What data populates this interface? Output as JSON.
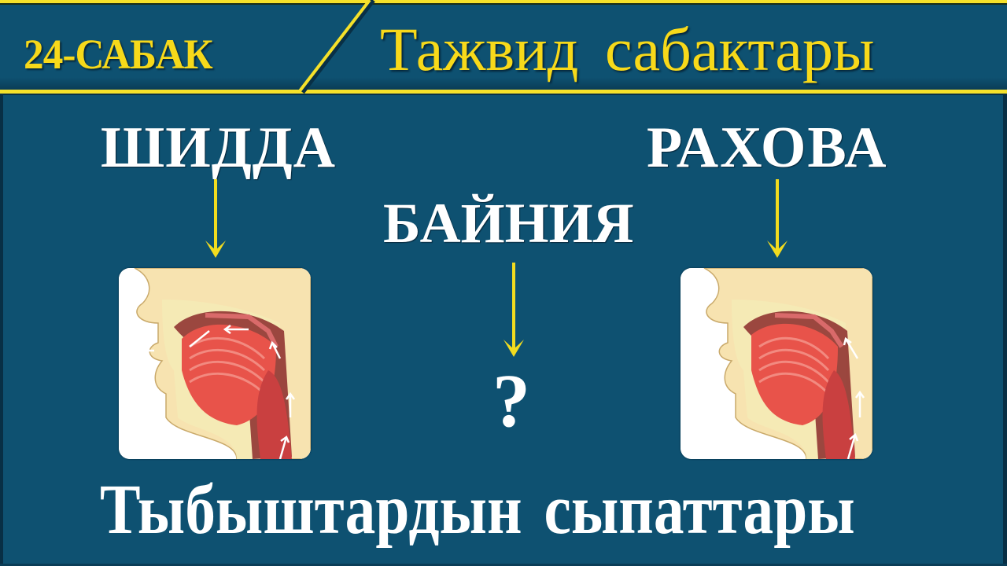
{
  "header": {
    "lesson_number": "24-САБАК",
    "course_title": "Тажвид  сабактары"
  },
  "terms": {
    "left": "ШИДДА",
    "middle": "БАЙНИЯ",
    "right": "РАХОВА"
  },
  "middle_placeholder": "?",
  "diagrams": {
    "left": {
      "label": "mouth cross-section diagram (shidda)",
      "icon": "arrow-down-icon"
    },
    "right": {
      "label": "mouth cross-section diagram (rakhova)",
      "icon": "arrow-down-icon"
    }
  },
  "footer": {
    "title": "Тыбыштардын сыпаттары"
  },
  "colors": {
    "background": "#0e5171",
    "accent_yellow": "#f7d91a",
    "text_white": "#ffffff"
  }
}
